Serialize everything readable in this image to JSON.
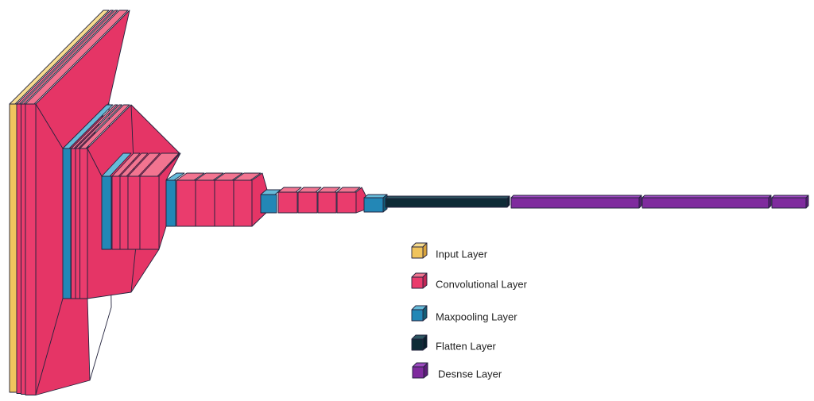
{
  "colors": {
    "background": "#FFFFFF",
    "outline": "#23233D",
    "legend_text": "#1F1F1F",
    "input": {
      "front": "#F0C45E",
      "top": "#F7DC8F",
      "side": "#D8A33C"
    },
    "conv": {
      "front": "#EA3C6D",
      "top": "#F27490",
      "side": "#C22755",
      "mass": "#E53566"
    },
    "maxpool": {
      "front": "#2387B6",
      "top": "#66BBD9",
      "side": "#125E76"
    },
    "flatten": {
      "front": "#0D2B36",
      "top": "#2E5862",
      "side": "#08202B"
    },
    "dense": {
      "front": "#7F2B9E",
      "top": "#9D4BC0",
      "side": "#5C1C78"
    }
  },
  "legend": {
    "items": [
      {
        "id": "input",
        "label": "Input Layer"
      },
      {
        "id": "conv",
        "label": "Convolutional Layer"
      },
      {
        "id": "maxpool",
        "label": "Maxpooling Layer"
      },
      {
        "id": "flatten",
        "label": "Flatten  Layer"
      },
      {
        "id": "dense",
        "label": "Desnse Layer"
      }
    ]
  },
  "architecture": {
    "blocks": [
      {
        "name": "block-1",
        "layers": [
          "input",
          "conv",
          "conv",
          "conv"
        ]
      },
      {
        "name": "block-2",
        "layers": [
          "maxpool",
          "conv",
          "conv",
          "conv"
        ]
      },
      {
        "name": "block-3",
        "layers": [
          "maxpool",
          "conv",
          "conv",
          "conv",
          "conv"
        ]
      },
      {
        "name": "block-4",
        "layers": [
          "maxpool",
          "conv",
          "conv",
          "conv",
          "conv"
        ]
      },
      {
        "name": "block-5",
        "layers": [
          "maxpool",
          "conv",
          "conv",
          "conv",
          "conv"
        ]
      },
      {
        "name": "tail",
        "layers": [
          "maxpool",
          "flatten",
          "dense",
          "dense",
          "dense"
        ]
      }
    ]
  }
}
